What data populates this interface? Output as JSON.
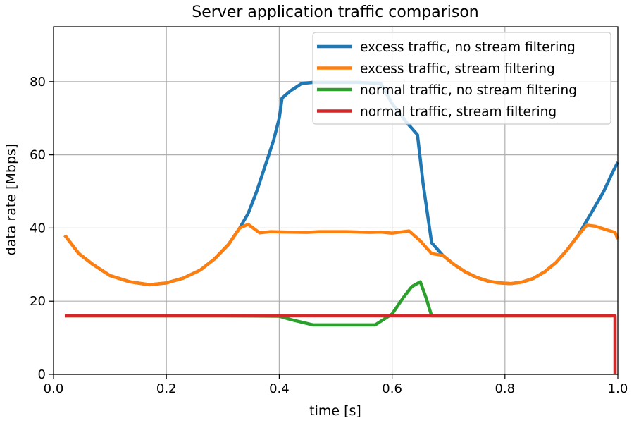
{
  "chart_data": {
    "type": "line",
    "title": "Server application traffic comparison",
    "xlabel": "time [s]",
    "ylabel": "data rate [Mbps]",
    "xlim": [
      0.0,
      1.0
    ],
    "ylim": [
      0,
      95
    ],
    "xticks": [
      0.0,
      0.2,
      0.4,
      0.6,
      0.8,
      1.0
    ],
    "xtick_labels": [
      "0.0",
      "0.2",
      "0.4",
      "0.6",
      "0.8",
      "1.0"
    ],
    "yticks": [
      0,
      20,
      40,
      60,
      80
    ],
    "ytick_labels": [
      "0",
      "20",
      "40",
      "60",
      "80"
    ],
    "grid": true,
    "legend_position": "top-right",
    "series": [
      {
        "name": "excess traffic, no stream filtering",
        "color": "#1f77b4",
        "points": [
          [
            0.02,
            38
          ],
          [
            0.045,
            33
          ],
          [
            0.07,
            30
          ],
          [
            0.1,
            27
          ],
          [
            0.135,
            25.3
          ],
          [
            0.17,
            24.5
          ],
          [
            0.2,
            25
          ],
          [
            0.23,
            26.3
          ],
          [
            0.26,
            28.5
          ],
          [
            0.285,
            31.5
          ],
          [
            0.31,
            35.5
          ],
          [
            0.33,
            40
          ],
          [
            0.345,
            44
          ],
          [
            0.36,
            50
          ],
          [
            0.375,
            57
          ],
          [
            0.39,
            64
          ],
          [
            0.4,
            70
          ],
          [
            0.405,
            75.5
          ],
          [
            0.42,
            77.5
          ],
          [
            0.44,
            79.5
          ],
          [
            0.46,
            79.8
          ],
          [
            0.5,
            79.8
          ],
          [
            0.54,
            79.8
          ],
          [
            0.58,
            79.5
          ],
          [
            0.6,
            74
          ],
          [
            0.625,
            69
          ],
          [
            0.645,
            65.5
          ],
          [
            0.655,
            52
          ],
          [
            0.67,
            36
          ],
          [
            0.69,
            32.5
          ],
          [
            0.71,
            30
          ],
          [
            0.73,
            28
          ],
          [
            0.75,
            26.5
          ],
          [
            0.77,
            25.5
          ],
          [
            0.79,
            25
          ],
          [
            0.81,
            24.8
          ],
          [
            0.83,
            25.2
          ],
          [
            0.85,
            26.2
          ],
          [
            0.87,
            28
          ],
          [
            0.89,
            30.5
          ],
          [
            0.91,
            34
          ],
          [
            0.93,
            38
          ],
          [
            0.945,
            42
          ],
          [
            0.96,
            46
          ],
          [
            0.975,
            50
          ],
          [
            0.99,
            55
          ],
          [
            1.0,
            58
          ]
        ]
      },
      {
        "name": "excess traffic, stream filtering",
        "color": "#ff7f0e",
        "points": [
          [
            0.02,
            38
          ],
          [
            0.045,
            33
          ],
          [
            0.07,
            30
          ],
          [
            0.1,
            27
          ],
          [
            0.135,
            25.3
          ],
          [
            0.17,
            24.5
          ],
          [
            0.2,
            25
          ],
          [
            0.23,
            26.3
          ],
          [
            0.26,
            28.5
          ],
          [
            0.285,
            31.5
          ],
          [
            0.31,
            35.5
          ],
          [
            0.33,
            40
          ],
          [
            0.345,
            41
          ],
          [
            0.365,
            38.7
          ],
          [
            0.385,
            39
          ],
          [
            0.41,
            38.9
          ],
          [
            0.45,
            38.8
          ],
          [
            0.47,
            39
          ],
          [
            0.52,
            39
          ],
          [
            0.56,
            38.8
          ],
          [
            0.58,
            38.9
          ],
          [
            0.6,
            38.6
          ],
          [
            0.63,
            39.2
          ],
          [
            0.65,
            36.5
          ],
          [
            0.67,
            33
          ],
          [
            0.69,
            32.5
          ],
          [
            0.71,
            30
          ],
          [
            0.73,
            28
          ],
          [
            0.75,
            26.5
          ],
          [
            0.77,
            25.5
          ],
          [
            0.79,
            25
          ],
          [
            0.81,
            24.8
          ],
          [
            0.83,
            25.2
          ],
          [
            0.85,
            26.2
          ],
          [
            0.87,
            28
          ],
          [
            0.89,
            30.5
          ],
          [
            0.91,
            34
          ],
          [
            0.93,
            38
          ],
          [
            0.945,
            40.8
          ],
          [
            0.96,
            40.5
          ],
          [
            0.98,
            39.5
          ],
          [
            0.995,
            38.8
          ],
          [
            1.0,
            37
          ]
        ]
      },
      {
        "name": "normal traffic, no stream filtering",
        "color": "#2ca02c",
        "points": [
          [
            0.02,
            16
          ],
          [
            0.1,
            16
          ],
          [
            0.2,
            16
          ],
          [
            0.3,
            16
          ],
          [
            0.4,
            15.9
          ],
          [
            0.42,
            15
          ],
          [
            0.46,
            13.5
          ],
          [
            0.5,
            13.5
          ],
          [
            0.54,
            13.5
          ],
          [
            0.57,
            13.5
          ],
          [
            0.6,
            16.5
          ],
          [
            0.62,
            21
          ],
          [
            0.635,
            24
          ],
          [
            0.65,
            25.3
          ],
          [
            0.66,
            21
          ],
          [
            0.67,
            16
          ],
          [
            0.7,
            16
          ],
          [
            0.8,
            16
          ],
          [
            0.9,
            16
          ],
          [
            0.99,
            16
          ]
        ]
      },
      {
        "name": "normal traffic, stream filtering",
        "color": "#d62728",
        "points": [
          [
            0.02,
            16
          ],
          [
            0.1,
            16
          ],
          [
            0.2,
            16
          ],
          [
            0.3,
            16
          ],
          [
            0.4,
            16
          ],
          [
            0.5,
            16
          ],
          [
            0.6,
            16
          ],
          [
            0.7,
            16
          ],
          [
            0.8,
            16
          ],
          [
            0.9,
            16
          ],
          [
            0.995,
            16
          ],
          [
            0.995,
            0
          ]
        ]
      }
    ]
  }
}
